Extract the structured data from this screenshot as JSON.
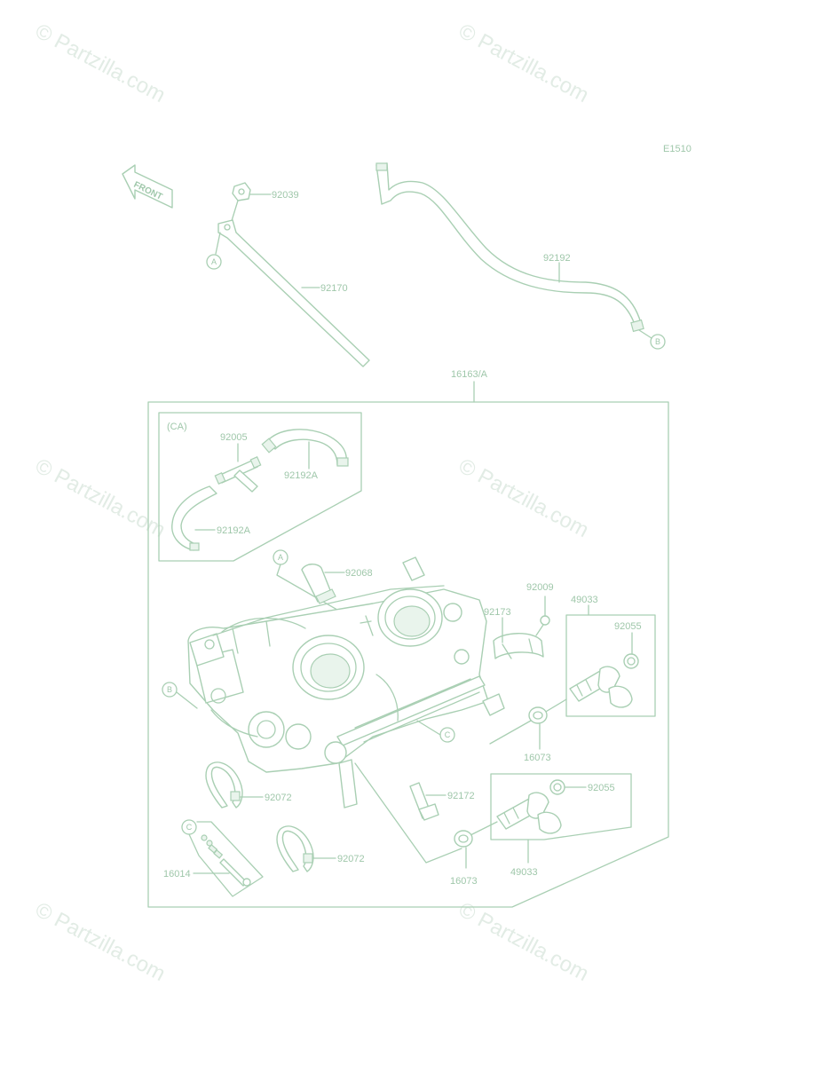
{
  "diagram_code": "E1510",
  "watermark": "© Partzilla.com",
  "front_label": "FRONT",
  "assembly_label": "16163/A",
  "ca_label": "(CA)",
  "ref_letters": {
    "a": "A",
    "b": "B",
    "c": "C"
  },
  "parts": {
    "p92039": "92039",
    "p92170": "92170",
    "p92192": "92192",
    "p92005": "92005",
    "p92192a_1": "92192A",
    "p92192a_2": "92192A",
    "p92068": "92068",
    "p92009": "92009",
    "p92173": "92173",
    "p49033_1": "49033",
    "p92055_1": "92055",
    "p16073_1": "16073",
    "p92072_1": "92072",
    "p92172": "92172",
    "p92055_2": "92055",
    "p16014": "16014",
    "p92072_2": "92072",
    "p16073_2": "16073",
    "p49033_2": "49033"
  },
  "colors": {
    "line": "#a9cfb3",
    "label": "#9fc7aa",
    "watermark": "#e2ece5"
  }
}
